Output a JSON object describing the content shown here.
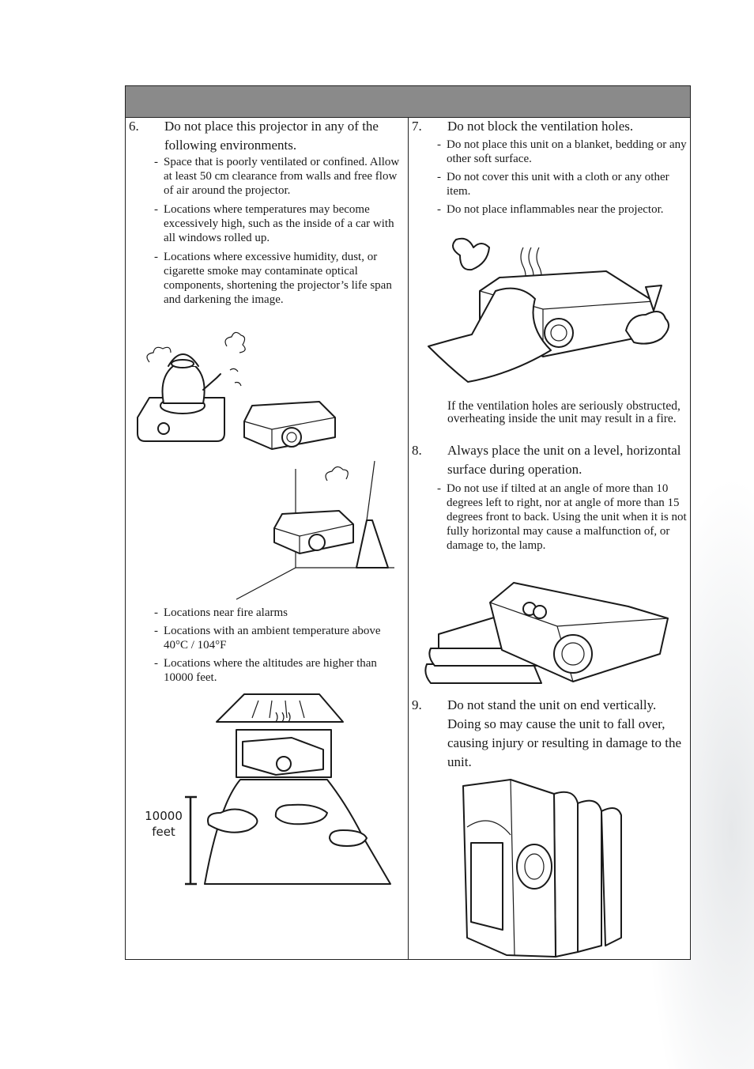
{
  "left": {
    "item6": {
      "number": "6.",
      "title": "Do not place this projector in any of the following environments.",
      "bullets_top": [
        {
          "dash": "-",
          "text": "Space that is poorly ventilated or confined. Allow at least 50 cm clearance from walls and free flow of air around the projector."
        },
        {
          "dash": "-",
          "text": "Locations where temperatures may become excessively high, such as the inside of a car with all windows rolled up."
        },
        {
          "dash": "-",
          "text": "Locations where excessive humidity, dust, or cigarette smoke may contaminate optical components, shortening the projector’s life span and darkening the image."
        }
      ],
      "bullets_bottom": [
        {
          "dash": "-",
          "text": "Locations near fire alarms"
        },
        {
          "dash": "-",
          "text": "Locations with an ambient temperature above 40°C / 104°F"
        },
        {
          "dash": "-",
          "text": "Locations where the altitudes are higher than 10000 feet."
        }
      ],
      "altitude_label_line1": "10000",
      "altitude_label_line2": "feet"
    }
  },
  "right": {
    "item7": {
      "number": "7.",
      "title": "Do not block the ventilation holes.",
      "bullets": [
        {
          "dash": "-",
          "text": "Do not place this unit on a blanket, bedding or any other soft surface."
        },
        {
          "dash": "-",
          "text": "Do not cover this unit with a cloth or any other item."
        },
        {
          "dash": "-",
          "text": "Do not place inflammables near the projector."
        }
      ],
      "note": "If the ventilation holes are seriously obstructed, overheating inside the unit may result in a fire."
    },
    "item8": {
      "number": "8.",
      "title": "Always place the unit on a level, horizontal surface during operation.",
      "bullets": [
        {
          "dash": "-",
          "text": "Do not use if tilted at an angle of more than 10 degrees left to right, nor at angle of more than 15 degrees front to back. Using the unit when it is not fully horizontal may cause a malfunction of, or damage to, the lamp."
        }
      ]
    },
    "item9": {
      "number": "9.",
      "title": "Do not stand the unit on end vertically. Doing so may cause the unit to fall over, causing injury or resulting in damage to the unit."
    }
  },
  "header_color": "#8a8a8a"
}
